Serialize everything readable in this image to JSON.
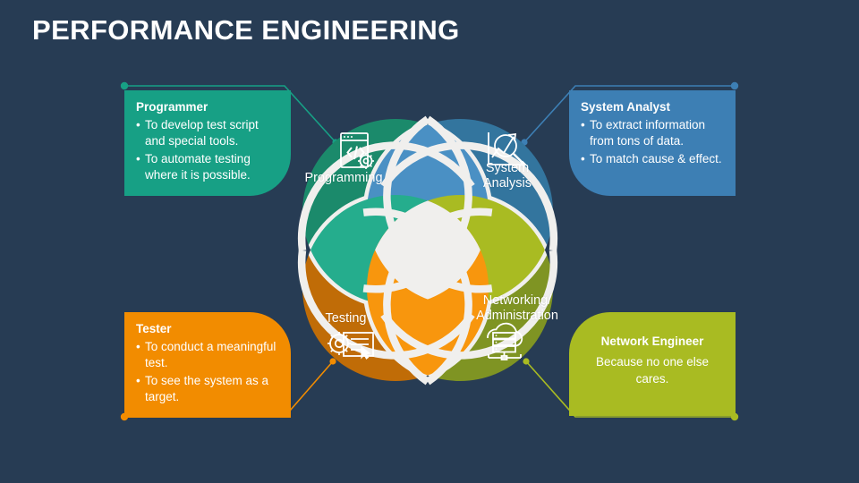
{
  "slide": {
    "title": "PERFORMANCE ENGINEERING",
    "background_color": "#273c54"
  },
  "callouts": [
    {
      "id": "programmer",
      "heading": "Programmer",
      "bullets": [
        "To develop test script and special tools.",
        "To automate testing where it is possible."
      ],
      "color": "#17a085",
      "position": "top-left"
    },
    {
      "id": "system-analyst",
      "heading": "System Analyst",
      "bullets": [
        "To extract information from tons of data.",
        "To match cause & effect."
      ],
      "color": "#3d7fb4",
      "position": "top-right"
    },
    {
      "id": "tester",
      "heading": "Tester",
      "bullets": [
        "To conduct a meaningful test.",
        "To see the system as a target."
      ],
      "color": "#f28c00",
      "position": "bottom-left"
    },
    {
      "id": "network-engineer",
      "heading": "Network Engineer",
      "body": "Because no one else cares.",
      "color": "#a9bb22",
      "position": "bottom-right"
    }
  ],
  "diagram": {
    "type": "four-circle-venn-flower",
    "center_color": "#f0efed",
    "segments": [
      {
        "id": "programming",
        "label": "Programming",
        "circle_color": "#1b8a6b",
        "petal_color": "#25ad8d",
        "icon": "code-window-gear-icon",
        "position": "top-left"
      },
      {
        "id": "system-analysis",
        "label": "System\nAnalysis",
        "circle_color": "#33759e",
        "petal_color": "#4a90c4",
        "icon": "chart-magnifier-icon",
        "position": "top-right"
      },
      {
        "id": "testing",
        "label": "Testing",
        "circle_color": "#c06c07",
        "petal_color": "#f8960d",
        "icon": "gear-checklist-cursor-icon",
        "position": "bottom-left"
      },
      {
        "id": "networking",
        "label": "Networking/\nAdministration",
        "circle_color": "#7f9423",
        "petal_color": "#a9bb22",
        "icon": "cloud-server-icon",
        "position": "bottom-right"
      }
    ]
  },
  "connectors": [
    {
      "id": "programmer-connector",
      "dot_color": "#17a085",
      "line_color": "#17a085"
    },
    {
      "id": "system-analyst-connector",
      "dot_color": "#3d7fb4",
      "line_color": "#3d7fb4"
    },
    {
      "id": "tester-connector",
      "dot_color": "#f28c00",
      "line_color": "#f28c00"
    },
    {
      "id": "network-engineer-connector",
      "dot_color": "#a9bb22",
      "line_color": "#a9bb22"
    }
  ]
}
